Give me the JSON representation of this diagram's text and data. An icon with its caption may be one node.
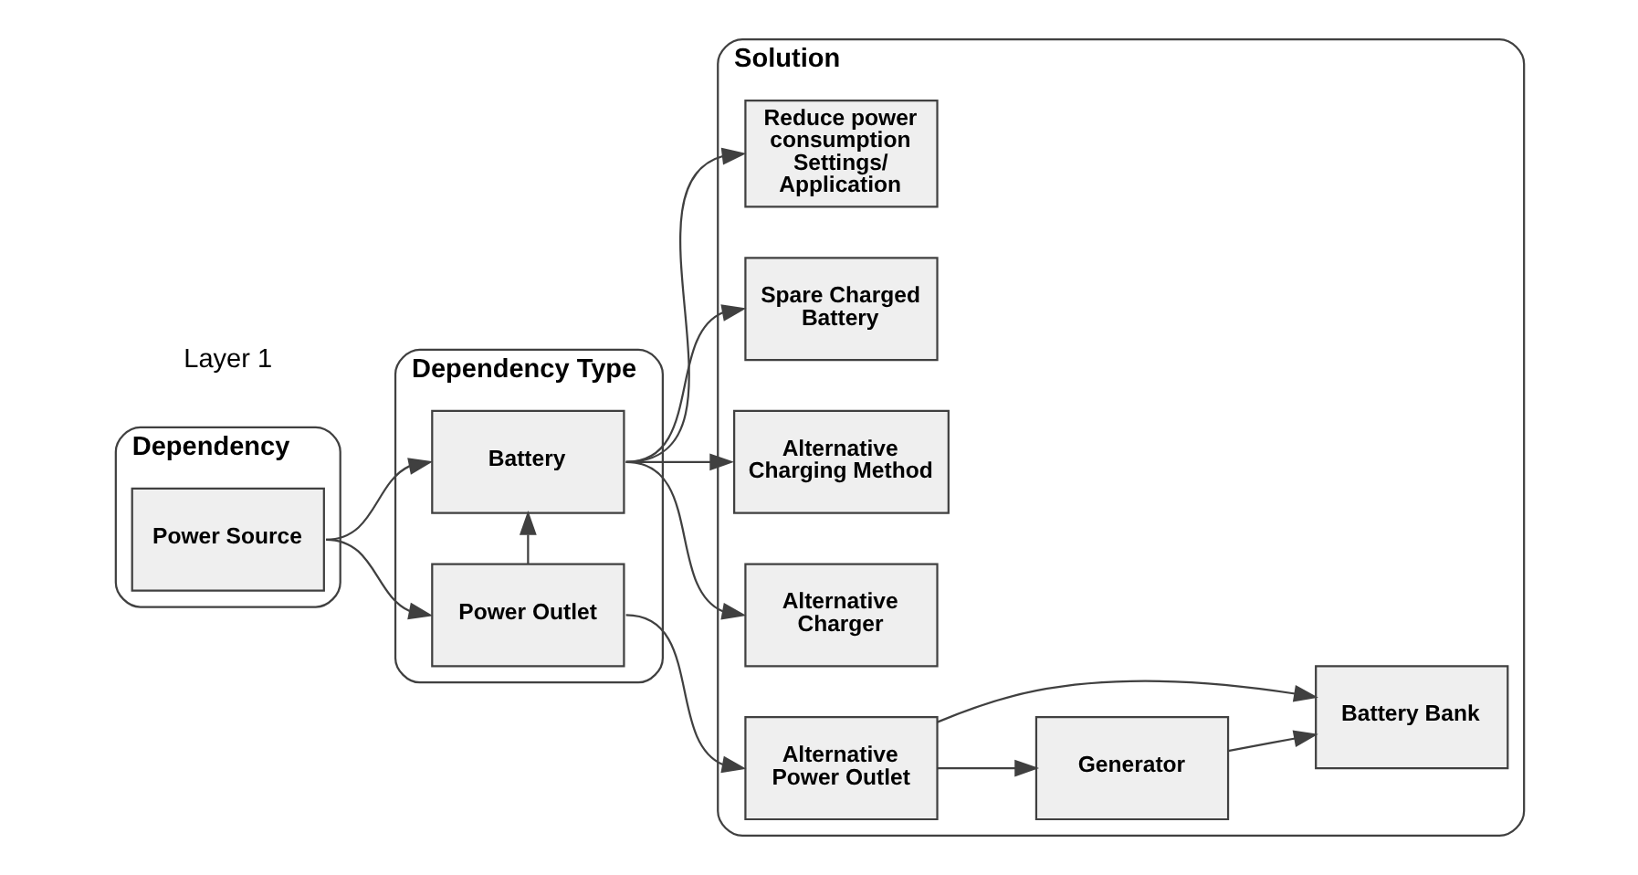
{
  "diagram": {
    "nodes": [
      {
        "text": [
          "Dependency"
        ]
      },
      {
        "text": [
          "Power Source"
        ],
        "in": 0
      },
      {
        "text": [
          "Dependency Type"
        ]
      },
      {
        "text": [
          "Power Outlet"
        ],
        "in": 2
      },
      {
        "text": [
          "Battery"
        ],
        "in": 2
      },
      {
        "text": [
          "Solution"
        ]
      },
      {
        "text": [
          "Alternative Power Outlet"
        ],
        "in": 5
      },
      {
        "text": [
          "Generator"
        ],
        "in": 5
      },
      {
        "text": [
          "Spare Charged Battery"
        ],
        "in": 5
      },
      {
        "text": [
          "Battery Bank"
        ],
        "in": 5
      },
      {
        "text": [
          "Alternative Charging Method"
        ],
        "in": 5
      },
      {
        "text": [
          "Alternative Charger"
        ],
        "in": 5
      },
      {
        "text": [
          "Reduce power consumption Settings/ Application"
        ],
        "in": 5
      }
    ],
    "edges": [
      {
        "from": 1,
        "to": 3,
        "arrow": "to"
      },
      {
        "from": 1,
        "to": 4,
        "arrow": "to"
      },
      {
        "from": 3,
        "to": 4,
        "arrow": "to"
      },
      {
        "from": 3,
        "to": 6,
        "arrow": "to"
      },
      {
        "from": 6,
        "to": 7,
        "arrow": "to"
      },
      {
        "from": 6,
        "to": 9,
        "arrow": "to"
      },
      {
        "from": 7,
        "to": 9,
        "arrow": "to"
      },
      {
        "from": 4,
        "to": 8,
        "arrow": "to"
      },
      {
        "from": 4,
        "to": 10,
        "arrow": "to"
      },
      {
        "from": 4,
        "to": 11,
        "arrow": "to"
      },
      {
        "from": 4,
        "to": 12,
        "arrow": "to"
      }
    ],
    "labels": [
      "Layer 1"
    ]
  }
}
